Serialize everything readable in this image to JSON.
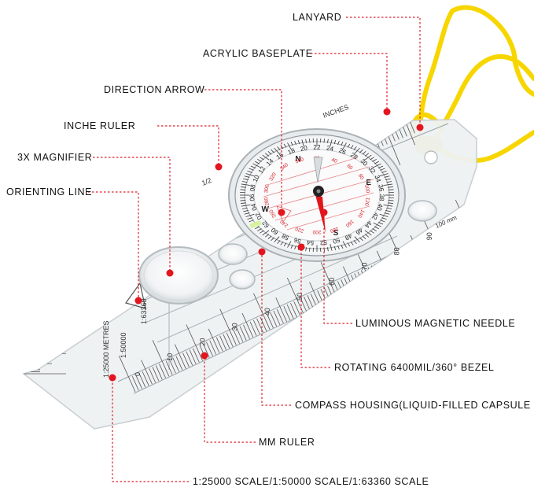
{
  "labels": {
    "lanyard": "LANYARD",
    "baseplate": "ACRYLIC BASEPLATE",
    "direction_arrow": "DIRECTION ARROW",
    "inche_ruler": "INCHE RULER",
    "magnifier": "3X MAGNIFIER",
    "orienting_line": "ORIENTING LINE",
    "magnetic_needle": "LUMINOUS MAGNETIC NEEDLE",
    "bezel": "ROTATING 6400MIL/360° BEZEL",
    "housing": "COMPASS HOUSING(LIQUID-FILLED CAPSULE",
    "mm_ruler": "MM RULER",
    "scales": "1:25000 SCALE/1:50000 SCALE/1:63360 SCALE"
  },
  "device_text": {
    "inches": "INCHES",
    "half": "1/2",
    "mm": "100 mm",
    "mm_ticks": [
      "0",
      "10",
      "20",
      "30",
      "40",
      "50",
      "60",
      "70",
      "80",
      "90"
    ],
    "scale_1": "1:25000 METRES",
    "scale_2": "1:50000",
    "scale_3": "1:63360",
    "bezel_numbers": [
      "22",
      "24",
      "26",
      "28",
      "30",
      "32",
      "34",
      "36",
      "38",
      "40",
      "42",
      "44",
      "46",
      "48",
      "50",
      "52",
      "54",
      "56",
      "58",
      "60",
      "62",
      "02",
      "04",
      "06",
      "08",
      "10",
      "12",
      "14",
      "16",
      "18",
      "20"
    ],
    "cardinal": [
      "N",
      "E",
      "S",
      "W"
    ],
    "inner_degrees": [
      "20",
      "40",
      "60",
      "80",
      "100",
      "120",
      "140",
      "160",
      "180",
      "200",
      "220",
      "240",
      "260",
      "280",
      "300",
      "320",
      "340",
      "360"
    ]
  },
  "colors": {
    "leader": "#d9202a",
    "dot": "#e3151f",
    "lanyard": "#f7d600",
    "needle": "#e0161a",
    "plate": "#f2f4f5"
  }
}
